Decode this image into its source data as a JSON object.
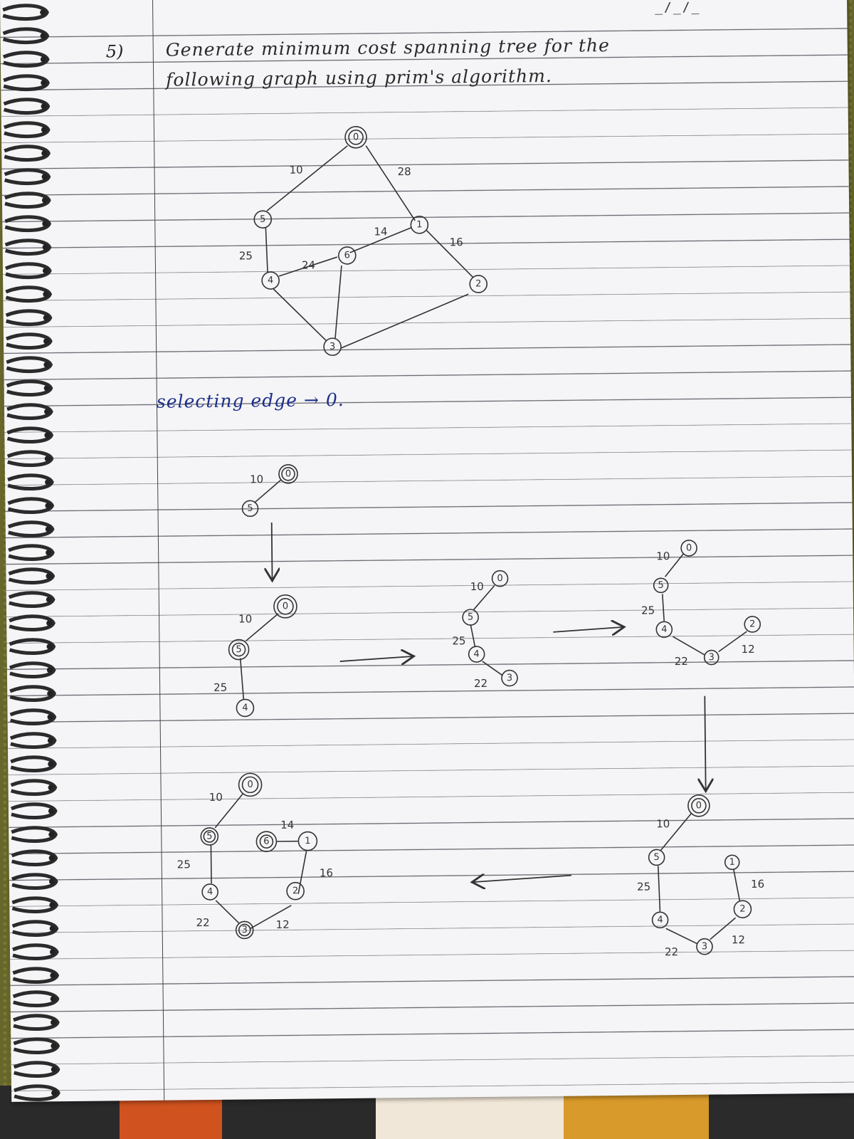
{
  "header": {
    "date_blank": "_/_/_"
  },
  "question": {
    "number": "5)",
    "line1": "Generate minimum cost spanning tree for the",
    "line2": "following graph using prim's algorithm."
  },
  "caption": "selecting edge → 0.",
  "figures": [
    {
      "id": "original-graph",
      "nodes": [
        "0",
        "1",
        "2",
        "3",
        "4",
        "5",
        "6"
      ],
      "weights": [
        "10",
        "28",
        "14",
        "16",
        "25",
        "24"
      ]
    },
    {
      "id": "step-1",
      "nodes": [
        "0",
        "5"
      ],
      "weights": [
        "10"
      ]
    },
    {
      "id": "step-2",
      "nodes": [
        "0",
        "5",
        "4"
      ],
      "weights": [
        "10",
        "25"
      ]
    },
    {
      "id": "step-3",
      "nodes": [
        "0",
        "5",
        "4",
        "3"
      ],
      "weights": [
        "10",
        "25",
        "22"
      ]
    },
    {
      "id": "step-4",
      "nodes": [
        "0",
        "5",
        "4",
        "3",
        "2"
      ],
      "weights": [
        "10",
        "25",
        "22",
        "12"
      ]
    },
    {
      "id": "step-5",
      "nodes": [
        "0",
        "5",
        "4",
        "3",
        "2",
        "1"
      ],
      "weights": [
        "10",
        "25",
        "22",
        "12",
        "16"
      ]
    },
    {
      "id": "final-tree",
      "nodes": [
        "0",
        "5",
        "4",
        "3",
        "2",
        "1",
        "6"
      ],
      "weights": [
        "10",
        "25",
        "22",
        "12",
        "16",
        "14"
      ]
    }
  ]
}
